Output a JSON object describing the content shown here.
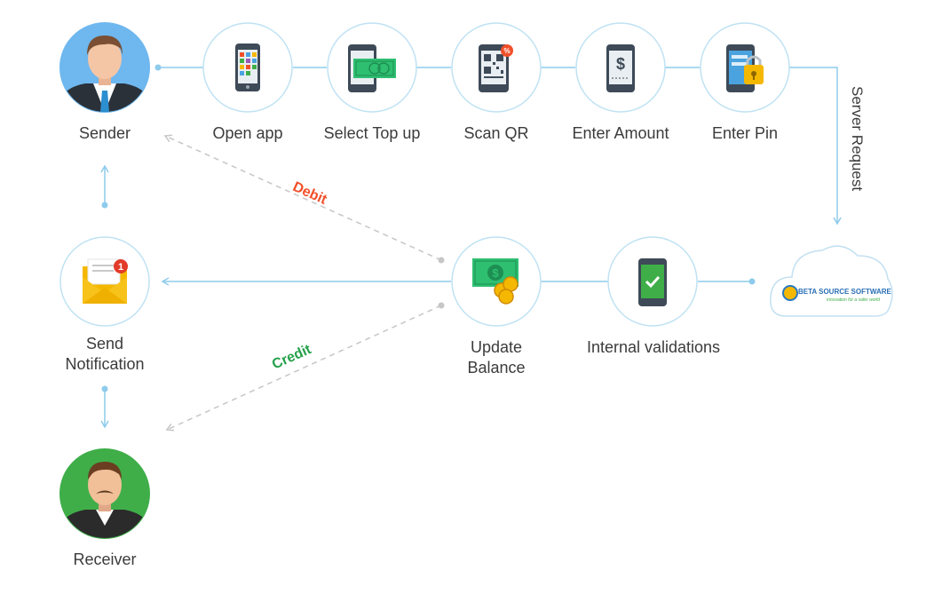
{
  "steps": {
    "sender": "Sender",
    "open_app": "Open app",
    "select_top_up": "Select Top up",
    "scan_qr": "Scan QR",
    "enter_amount": "Enter Amount",
    "enter_pin": "Enter Pin",
    "server_request": "Server Request",
    "internal_validations": "Internal validations",
    "update_balance_line1": "Update",
    "update_balance_line2": "Balance",
    "send_notification_line1": "Send",
    "send_notification_line2": "Notification",
    "receiver": "Receiver"
  },
  "flows": {
    "debit": "Debit",
    "credit": "Credit"
  },
  "server": {
    "brand": "BETA SOURCE SOFTWARE",
    "tagline": "innovation for a safer world"
  },
  "notification_count": "1",
  "colors": {
    "connector": "#8ecbec",
    "circle_border": "#bfe2f3",
    "debit": "#f0502a",
    "credit": "#25a14a",
    "sender_bg": "#6eb7ef",
    "receiver_bg": "#3fae49",
    "dashed": "#c6c6c6"
  }
}
